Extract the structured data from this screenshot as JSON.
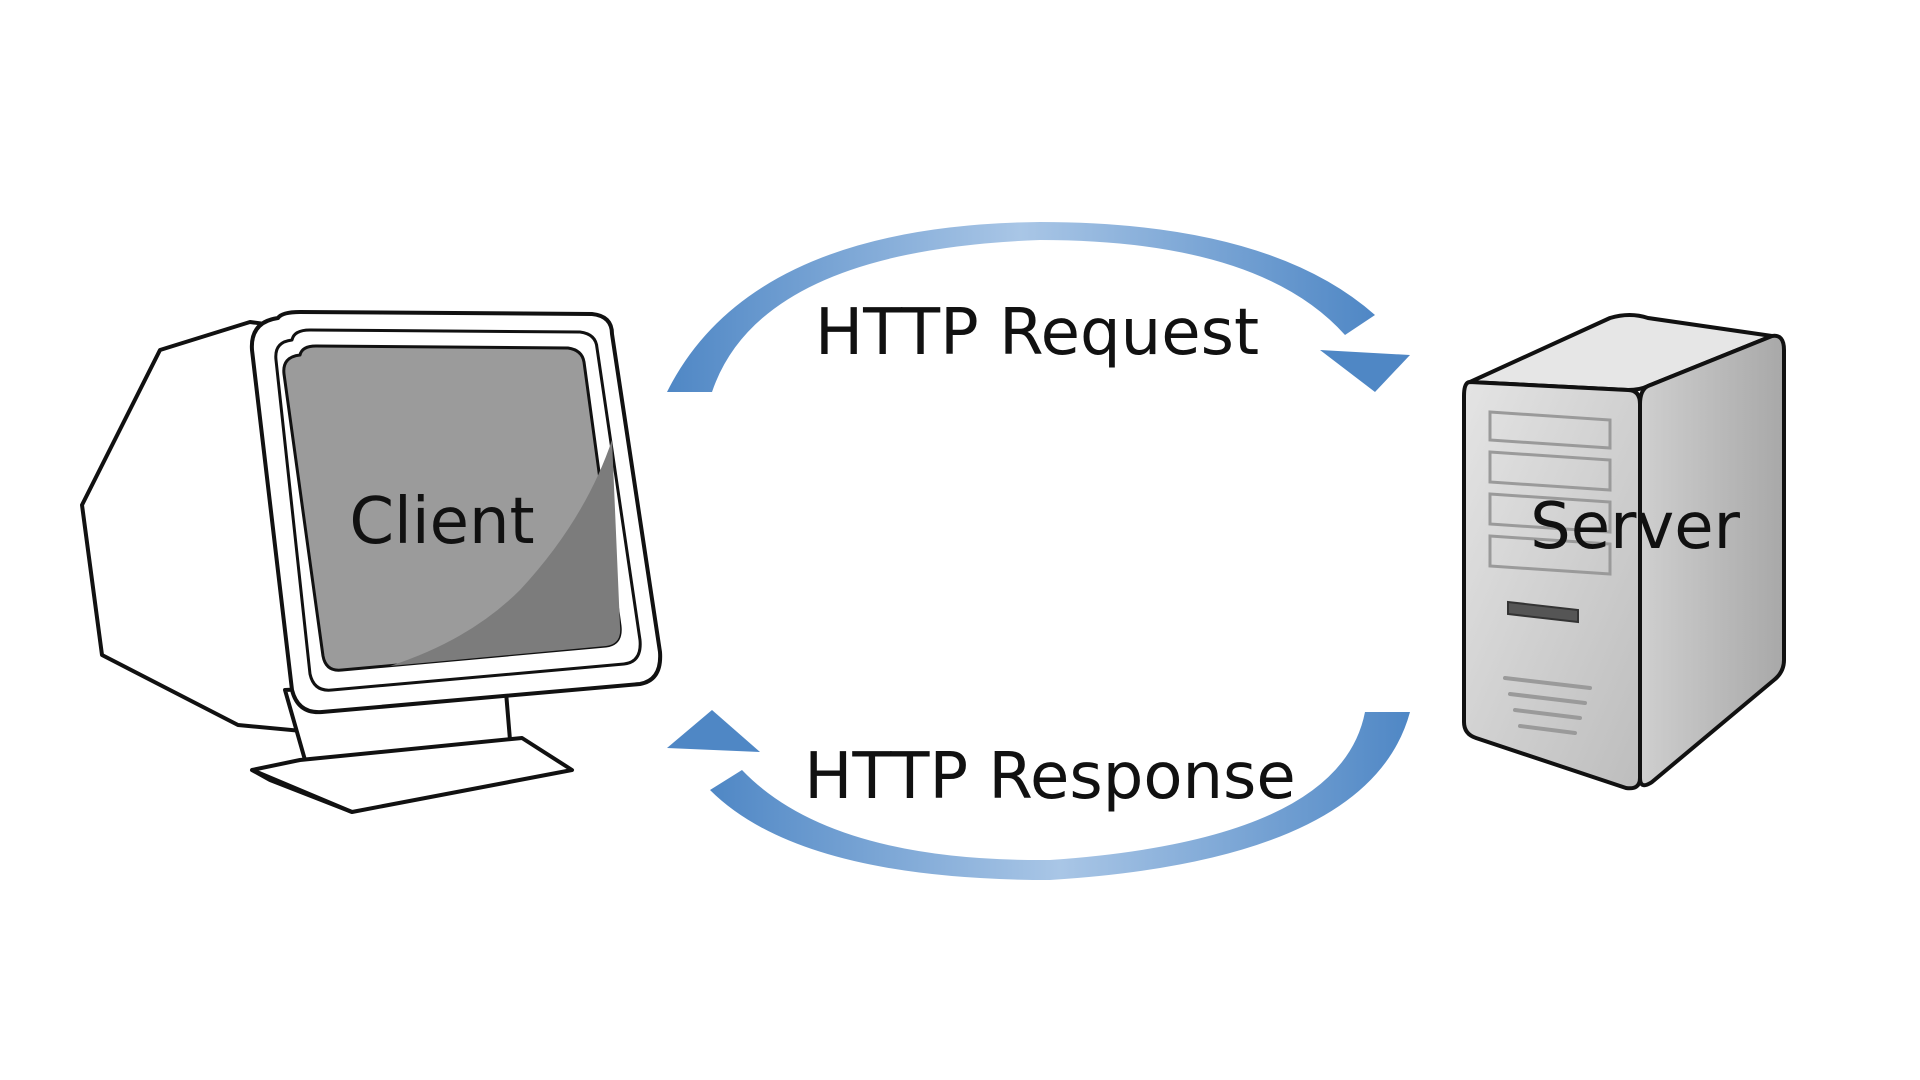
{
  "diagram": {
    "client_label": "Client",
    "server_label": "Server",
    "request_label": "HTTP Request",
    "response_label": "HTTP Response"
  },
  "colors": {
    "arrow": "#4f87c5",
    "arrow_light": "#a9c6e6",
    "outline": "#111111",
    "screen": "#9b9b9b",
    "screen_shade": "#7a7a7a",
    "server_body": "#d4d4d4",
    "server_side": "#b7b7b7",
    "background": "#ffffff"
  }
}
